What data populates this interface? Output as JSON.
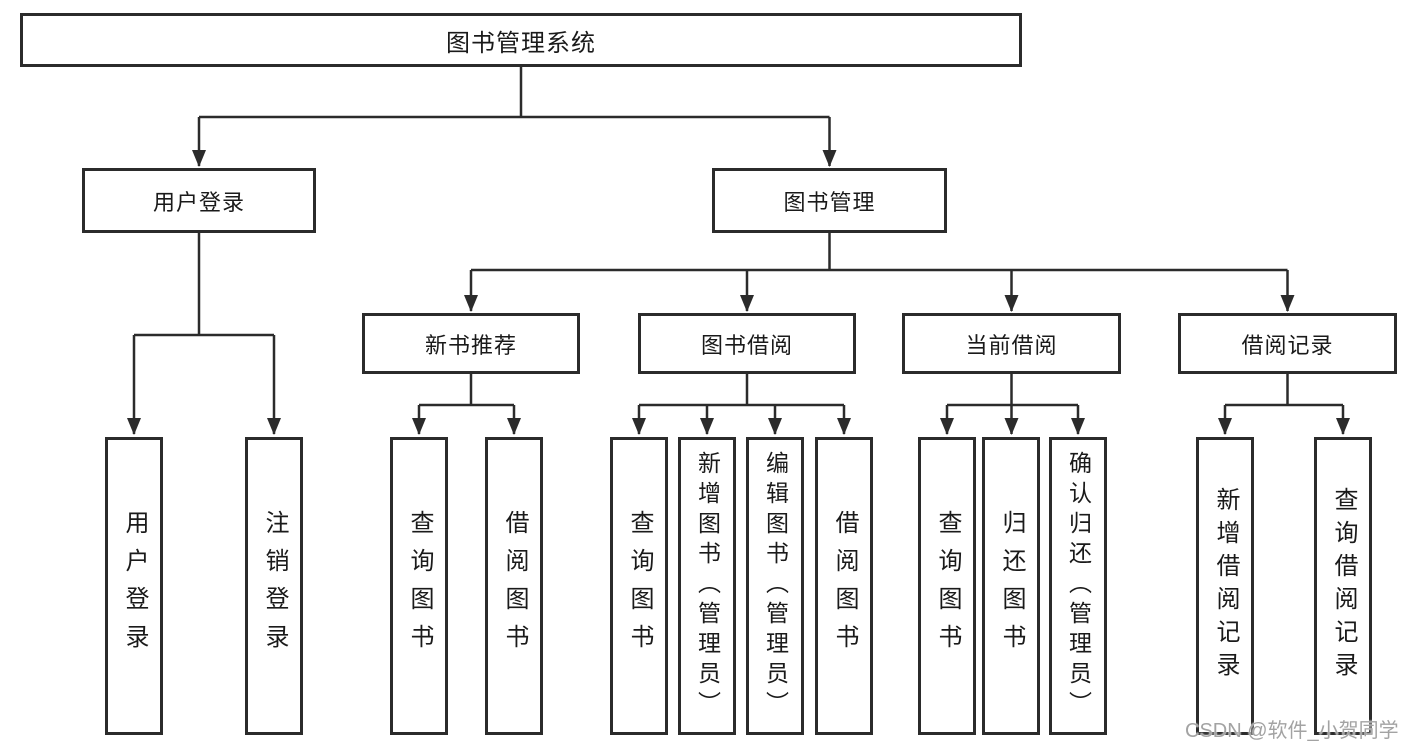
{
  "diagram": {
    "title": "图书管理系统",
    "tree": {
      "root": {
        "label": "图书管理系统"
      },
      "level2": [
        {
          "label": "用户登录",
          "children": [
            "用户登录",
            "注销登录"
          ]
        },
        {
          "label": "图书管理",
          "children": [
            "新书推荐",
            "图书借阅",
            "当前借阅",
            "借阅记录"
          ]
        }
      ],
      "level3": [
        {
          "label": "新书推荐",
          "children": [
            "查询图书",
            "借阅图书"
          ]
        },
        {
          "label": "图书借阅",
          "children": [
            "查询图书",
            "新增图书（管理员）",
            "编辑图书（管理员）",
            "借阅图书"
          ]
        },
        {
          "label": "当前借阅",
          "children": [
            "查询图书",
            "归还图书",
            "确认归还（管理员）"
          ]
        },
        {
          "label": "借阅记录",
          "children": [
            "新增借阅记录",
            "查询借阅记录"
          ]
        }
      ],
      "leaves": [
        "用户登录",
        "注销登录",
        "查询图书",
        "借阅图书",
        "查询图书",
        "新增图书（管理员）",
        "编辑图书（管理员）",
        "借阅图书",
        "查询图书",
        "归还图书",
        "确认归还（管理员）",
        "新增借阅记录",
        "查询借阅记录"
      ]
    }
  },
  "watermark": "CSDN @软件_小贺同学",
  "colors": {
    "line": "#2b2b2b",
    "box_border": "#2b2b2b",
    "box_fill": "#ffffff",
    "text": "#1a1a1a",
    "watermark": "#a3a3a3",
    "background": "#ffffff"
  }
}
